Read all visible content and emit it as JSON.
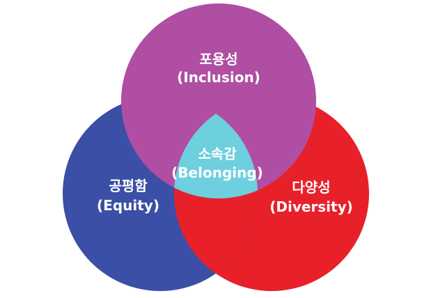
{
  "diagram": {
    "circles": [
      {
        "key": "inclusion",
        "color": "#b04ea3",
        "label_ko": "포용성",
        "label_en": "(Inclusion)"
      },
      {
        "key": "equity",
        "color": "#3a4fa5",
        "label_ko": "공평함",
        "label_en": "(Equity)"
      },
      {
        "key": "diversity",
        "color": "#e8202a",
        "label_ko": "다양성",
        "label_en": "(Diversity)"
      }
    ],
    "center": {
      "color": "#6ecfdf",
      "label_ko": "소속감",
      "label_en": "(Belonging)"
    }
  }
}
